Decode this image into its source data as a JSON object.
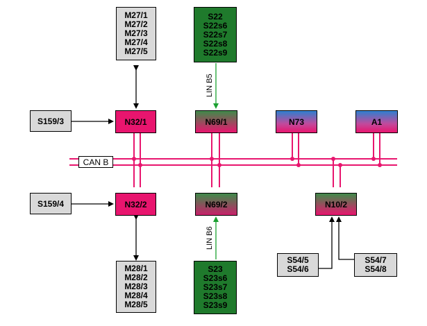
{
  "nodes": {
    "m27": [
      "M27/1",
      "M27/2",
      "M27/3",
      "M27/4",
      "M27/5"
    ],
    "s22": [
      "S22",
      "S22s6",
      "S22s7",
      "S22s8",
      "S22s9"
    ],
    "n32_1": "N32/1",
    "n69_1": "N69/1",
    "n73": "N73",
    "a1": "A1",
    "s159_3": "S159/3",
    "s159_4": "S159/4",
    "n32_2": "N32/2",
    "n69_2": "N69/2",
    "n10_2": "N10/2",
    "m28": [
      "M28/1",
      "M28/2",
      "M28/3",
      "M28/4",
      "M28/5"
    ],
    "s23": [
      "S23",
      "S23s6",
      "S23s7",
      "S23s8",
      "S23s9"
    ],
    "s54_56": [
      "S54/5",
      "S54/6"
    ],
    "s54_78": [
      "S54/7",
      "S54/8"
    ]
  },
  "labels": {
    "can_b": "CAN B",
    "lin_b5": "LIN B5",
    "lin_b6": "LIN B6"
  },
  "colors": {
    "bus_pink": "#e8156e",
    "lin_green": "#1aa030",
    "box_gray": "#d9d9d9",
    "box_green": "#1f7a2c"
  }
}
